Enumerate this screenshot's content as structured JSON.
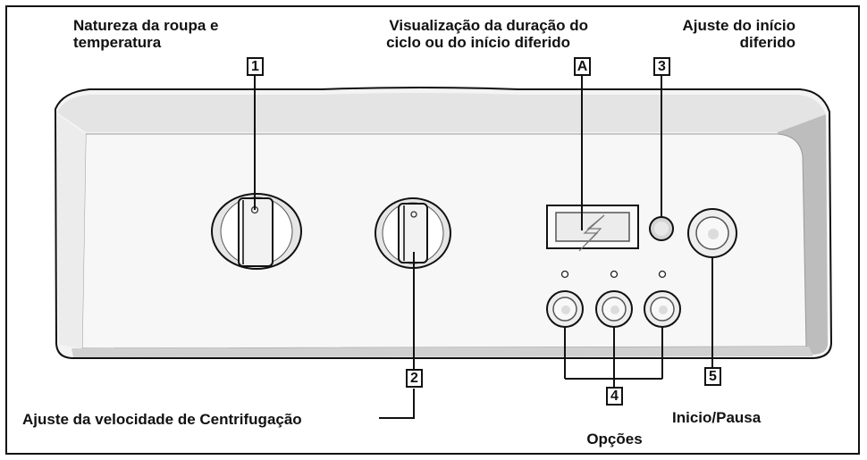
{
  "labels": {
    "fabric_temp": {
      "line1": "Natureza da roupa e",
      "line2": "temperatura"
    },
    "display": {
      "line1": "Visualização da duração do",
      "line2": "ciclo ou do início diferido"
    },
    "delay": {
      "line1": "Ajuste do início",
      "line2": "diferido"
    },
    "spin": "Ajuste da velocidade de Centrifugação",
    "options": "Opções",
    "start_pause": "Inicio/Pausa"
  },
  "markers": {
    "m1": "1",
    "mA": "A",
    "m3": "3",
    "m2": "2",
    "m4": "4",
    "m5": "5"
  }
}
